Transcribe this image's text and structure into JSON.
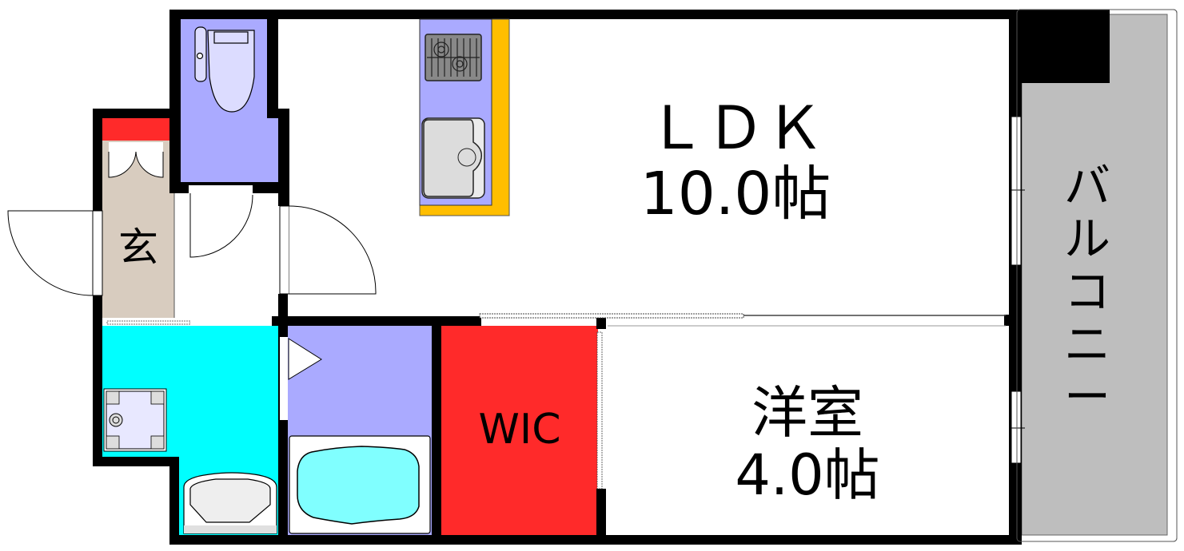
{
  "floor_plan": {
    "layout_type": "1LDK",
    "rooms": {
      "ldk": {
        "label": "ＬＤＫ",
        "size": "10.0帖",
        "color": "#FFFFFF"
      },
      "western_room": {
        "label": "洋室",
        "size": "4.0帖",
        "color": "#FFFFFF"
      },
      "wic": {
        "label": "WIC",
        "color": "#FF2A2A"
      },
      "entrance": {
        "label": "玄",
        "color": "#D8CCBF"
      },
      "balcony": {
        "label": "バルコニー",
        "chars": [
          "バ",
          "ル",
          "コ",
          "ニ",
          "ー"
        ],
        "color": "#BEBEBE"
      },
      "toilet": {
        "color": "#AAAAFF"
      },
      "washroom": {
        "color": "#00FFFF"
      },
      "bathroom": {
        "color": "#AAAAFF"
      },
      "kitchen": {
        "color": "#AAAAFF",
        "counter_color": "#FFBE00"
      },
      "shoe_box": {
        "color": "#FF2A2A"
      }
    },
    "colors": {
      "wall": "#000000",
      "bathtub": "#80FFFF",
      "fixture": "#E6E6E6"
    }
  }
}
